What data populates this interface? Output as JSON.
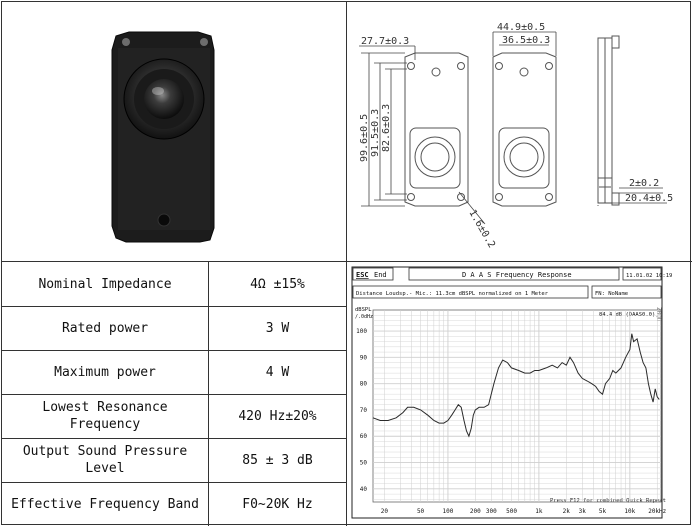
{
  "specs": [
    {
      "label": "Nominal Impedance",
      "value": "4Ω ±15%"
    },
    {
      "label": "Rated power",
      "value": "3 W"
    },
    {
      "label": "Maximum power",
      "value": "4 W"
    },
    {
      "label": "Lowest Resonance Frequency",
      "value": "420 Hz±20%"
    },
    {
      "label": "Output Sound Pressure Level",
      "value": "85 ± 3 dB"
    },
    {
      "label": "Effective Frequency Band",
      "value": "F0~20K Hz"
    }
  ],
  "drawing": {
    "dim_27_7": "27.7±0.3",
    "dim_44_9": "44.9±0.5",
    "dim_36_5": "36.5±0.3",
    "dim_99_6": "99.6±0.5",
    "dim_91_5": "91.5±0.3",
    "dim_82_6": "82.6±0.3",
    "dim_hole": "1.6±0.2",
    "dim_2": "2±0.2",
    "dim_20_4": "20.4±0.5"
  },
  "graph": {
    "esc": "ESC",
    "end": "End",
    "title": "D A A S  Frequency Response",
    "date": "11.01.02 10:19",
    "subtitle": "Distance Loudsp.- Mic.: 11.3cm dBSPL normalized on 1 Meter",
    "file": "FN: NoName",
    "ylabel_unit": "dBSPL",
    "ylabel_sub": "/.0dHz",
    "annotation": "84.4 dB (DAAS0.0)",
    "footer": "Press F12 for combined Quick Repeat",
    "side_label": "ZBQU"
  },
  "chart_data": {
    "type": "line",
    "title": "Frequency Response",
    "ylabel": "dBSPL",
    "xscale": "log",
    "xlim": [
      15,
      22000
    ],
    "ylim": [
      35,
      108
    ],
    "x_ticks": [
      "20",
      "50",
      "100",
      "200",
      "300",
      "500",
      "1k",
      "2k",
      "3k",
      "5k",
      "10k",
      "20kHz"
    ],
    "x_tick_values": [
      20,
      50,
      100,
      200,
      300,
      500,
      1000,
      2000,
      3000,
      5000,
      10000,
      20000
    ],
    "y_ticks": [
      40,
      50,
      60,
      70,
      80,
      90,
      100
    ],
    "grid": true,
    "series": [
      {
        "values": [
          [
            15,
            67
          ],
          [
            18,
            66
          ],
          [
            22,
            66
          ],
          [
            27,
            67
          ],
          [
            32,
            69
          ],
          [
            36,
            71
          ],
          [
            42,
            71
          ],
          [
            50,
            70
          ],
          [
            60,
            68
          ],
          [
            70,
            66
          ],
          [
            80,
            65
          ],
          [
            90,
            65
          ],
          [
            100,
            66
          ],
          [
            110,
            68
          ],
          [
            120,
            70
          ],
          [
            130,
            72
          ],
          [
            140,
            71
          ],
          [
            150,
            66
          ],
          [
            160,
            62
          ],
          [
            170,
            60
          ],
          [
            180,
            63
          ],
          [
            190,
            68
          ],
          [
            200,
            70
          ],
          [
            220,
            71
          ],
          [
            250,
            71
          ],
          [
            280,
            72
          ],
          [
            320,
            80
          ],
          [
            360,
            86
          ],
          [
            400,
            89
          ],
          [
            450,
            88
          ],
          [
            500,
            86
          ],
          [
            600,
            85
          ],
          [
            700,
            84
          ],
          [
            800,
            84
          ],
          [
            900,
            85
          ],
          [
            1000,
            85
          ],
          [
            1200,
            86
          ],
          [
            1400,
            87
          ],
          [
            1600,
            86
          ],
          [
            1800,
            88
          ],
          [
            2000,
            87
          ],
          [
            2200,
            90
          ],
          [
            2400,
            88
          ],
          [
            2700,
            84
          ],
          [
            3000,
            82
          ],
          [
            3400,
            81
          ],
          [
            3800,
            80
          ],
          [
            4200,
            79
          ],
          [
            4600,
            77
          ],
          [
            5000,
            76
          ],
          [
            5400,
            80
          ],
          [
            6000,
            82
          ],
          [
            6500,
            85
          ],
          [
            7000,
            84
          ],
          [
            8000,
            86
          ],
          [
            9000,
            90
          ],
          [
            10000,
            93
          ],
          [
            10500,
            99
          ],
          [
            11000,
            96
          ],
          [
            12000,
            97
          ],
          [
            13000,
            92
          ],
          [
            14000,
            88
          ],
          [
            15000,
            86
          ],
          [
            16000,
            80
          ],
          [
            17000,
            76
          ],
          [
            18000,
            73
          ],
          [
            19000,
            78
          ],
          [
            20000,
            75
          ],
          [
            21000,
            74
          ]
        ]
      }
    ]
  },
  "colors": {
    "curve": "#2a2a2a",
    "grid": "#cfcfcf",
    "rubber": "#1b1b1b"
  }
}
